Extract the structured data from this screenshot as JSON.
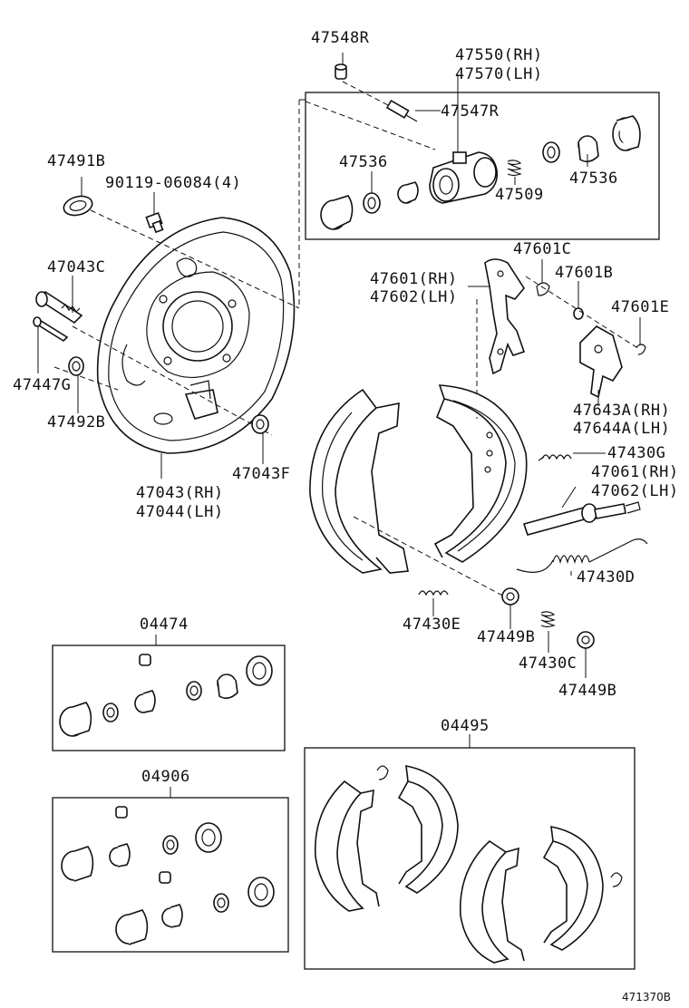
{
  "labels": {
    "p47548R": "47548R",
    "p47550": "47550(RH)",
    "p47570": "47570(LH)",
    "p47547R": "47547R",
    "p47536a": "47536",
    "p47536b": "47536",
    "p47509": "47509",
    "p47491B": "47491B",
    "p90119": "90119-06084(4)",
    "p47043C": "47043C",
    "p47447G": "47447G",
    "p47492B": "47492B",
    "p47043F": "47043F",
    "p47043": "47043(RH)",
    "p47044": "47044(LH)",
    "p47601C": "47601C",
    "p47601": "47601(RH)",
    "p47602": "47602(LH)",
    "p47601B": "47601B",
    "p47601E": "47601E",
    "p47643A": "47643A(RH)",
    "p47644A": "47644A(LH)",
    "p47430G": "47430G",
    "p47061": "47061(RH)",
    "p47062": "47062(LH)",
    "p47430D": "47430D",
    "p47430E": "47430E",
    "p47449Ba": "47449B",
    "p47430C": "47430C",
    "p47449Bb": "47449B",
    "p04474": "04474",
    "p04906": "04906",
    "p04495": "04495"
  },
  "footer": {
    "code": "471370B"
  }
}
